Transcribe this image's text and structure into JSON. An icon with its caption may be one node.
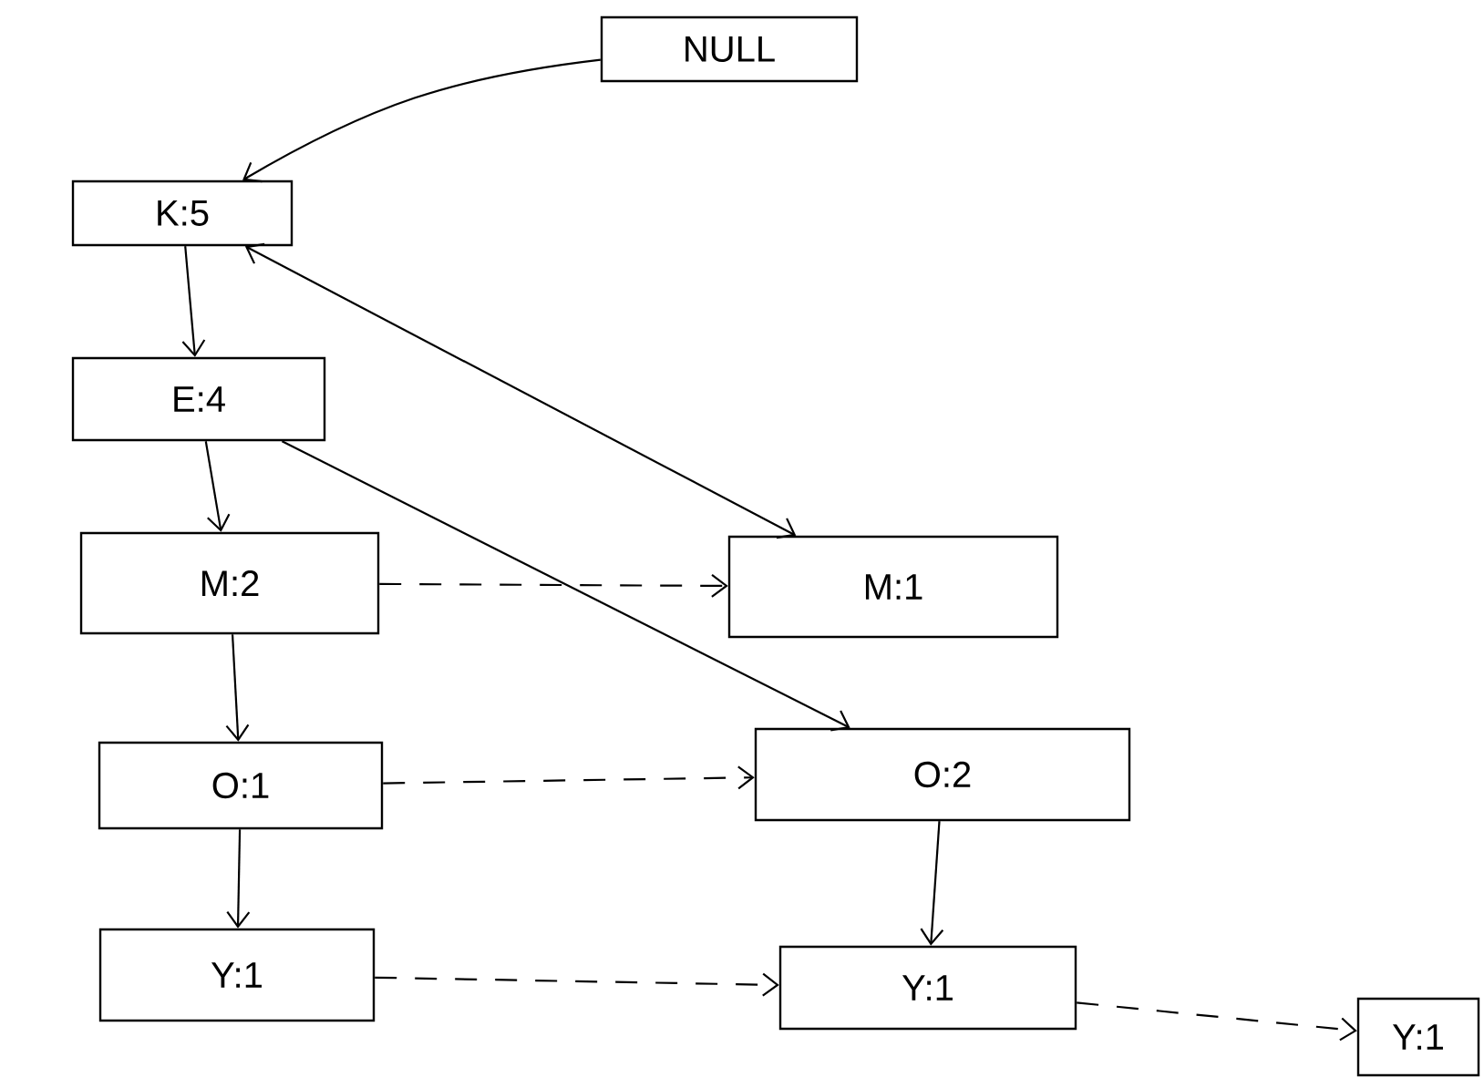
{
  "diagram": {
    "nodes": [
      {
        "text": [
          "NULL"
        ]
      },
      {
        "text": [
          "K:5"
        ]
      },
      {
        "text": [
          "E:4"
        ]
      },
      {
        "text": [
          "M:2"
        ]
      },
      {
        "text": [
          "O:1"
        ]
      },
      {
        "text": [
          "Y:1"
        ]
      },
      {
        "text": [
          "M:1"
        ]
      },
      {
        "text": [
          "O:2"
        ]
      },
      {
        "text": [
          "Y:1"
        ]
      },
      {
        "text": [
          "Y:1"
        ]
      }
    ],
    "edges": [
      {
        "from": 0,
        "to": 1,
        "arrow": "to"
      },
      {
        "from": 1,
        "to": 2,
        "arrow": "to"
      },
      {
        "from": 2,
        "to": 3,
        "arrow": "to"
      },
      {
        "from": 3,
        "to": 4,
        "arrow": "to"
      },
      {
        "from": 4,
        "to": 5,
        "arrow": "to"
      },
      {
        "from": 1,
        "to": 6,
        "arrow": "both"
      },
      {
        "from": 2,
        "to": 7,
        "arrow": "to"
      },
      {
        "from": 7,
        "to": 8,
        "arrow": "to"
      },
      {
        "from": 3,
        "to": 6,
        "arrow": "to",
        "style": "dashed"
      },
      {
        "from": 4,
        "to": 7,
        "arrow": "to",
        "style": "dashed"
      },
      {
        "from": 5,
        "to": 8,
        "arrow": "to",
        "style": "dashed"
      },
      {
        "from": 8,
        "to": 9,
        "arrow": "to",
        "style": "dashed"
      }
    ]
  }
}
